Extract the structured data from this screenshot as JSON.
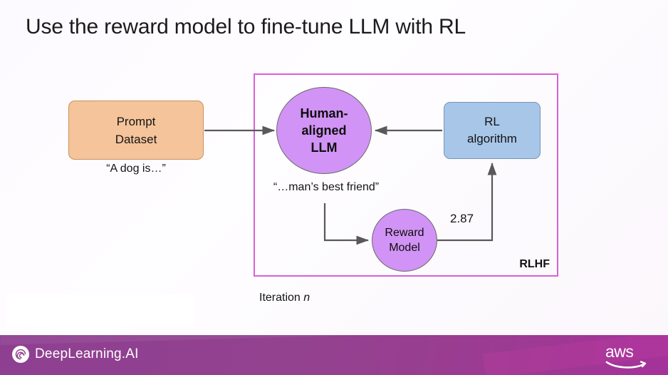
{
  "slide": {
    "title": "Use the reward model to fine-tune LLM with RL",
    "background_color": "#fdfbfe"
  },
  "diagram": {
    "frame": {
      "label": "RLHF",
      "border_color": "#d860d8"
    },
    "nodes": {
      "prompt_dataset": {
        "line1": "Prompt",
        "line2": "Dataset",
        "caption": "“A dog is…”",
        "fill_color": "#f5c49b",
        "shape": "rounded-rect"
      },
      "human_aligned_llm": {
        "line1": "Human-",
        "line2": "aligned",
        "line3": "LLM",
        "caption": "“…man’s best friend”",
        "fill_color": "#d193f5",
        "shape": "circle"
      },
      "rl_algorithm": {
        "line1": "RL",
        "line2": "algorithm",
        "fill_color": "#a8c6e8",
        "shape": "rounded-rect"
      },
      "reward_model": {
        "line1": "Reward",
        "line2": "Model",
        "fill_color": "#d193f5",
        "shape": "circle"
      }
    },
    "edges": {
      "reward_value": "2.87",
      "stroke_color": "#595959"
    },
    "iteration_label_prefix": "Iteration ",
    "iteration_label_var": "n"
  },
  "footer": {
    "brand_name": "DeepLearning.AI",
    "brand_icon": "spiral-logo-icon",
    "partner_name": "aws",
    "partner_icon": "aws-smile-icon",
    "background_color": "#93428f"
  }
}
